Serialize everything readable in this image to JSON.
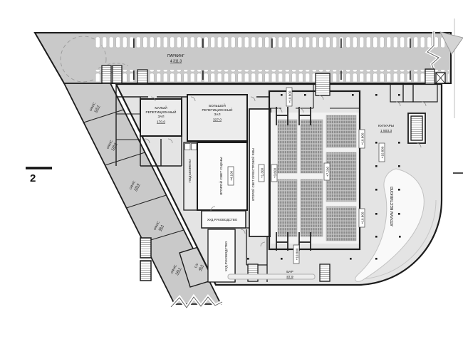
{
  "plan": {
    "marker": "2",
    "parking": {
      "name": "ПАРКИНГ",
      "area": "4 311.3"
    },
    "offices": [
      {
        "name": "ОФИС",
        "area": "116.2"
      },
      {
        "name": "ОФИС",
        "area": "128.8"
      },
      {
        "name": "ОФИС",
        "area": "126.8"
      },
      {
        "name": "ОФИС",
        "area": "88.4"
      },
      {
        "name": "ОФИС",
        "area": "140.1"
      },
      {
        "name": "С/У",
        "area": "46.6"
      }
    ],
    "rooms": {
      "small_hall": {
        "l1": "МАЛЫЙ",
        "l2": "РЕПЕТИЦИОННЫЙ",
        "l3": "ЗАЛ",
        "area": "170.0"
      },
      "big_hall": {
        "l1": "БОЛЬШОЙ",
        "l2": "РЕПЕТИЦИОННЫЙ",
        "l3": "ЗАЛ",
        "area": "327.0"
      },
      "hoists": "ПОДЪЕМНИКИ",
      "stage_void": "ВТОРОЙ СВЕТ СЦЕНЫ",
      "pit_void": "ВТОРОЙ СВЕТ ОРКЕСТРОВОЙ ЯМЫ",
      "foyer": {
        "name": "КУЛУАРЫ",
        "area": "1 503.3"
      },
      "atrium": "АТРИУМ ВЕСТИБЮЛЯ",
      "admin_top": "ХУД.РУКОВОДСТВО",
      "admin_side": "ХУД.РУКОВОДСТВО",
      "bar": {
        "name": "БАР",
        "area": "87.9"
      }
    },
    "levels": {
      "v1300": "+1.300",
      "v3600": "+3.600",
      "v4100": "+4.100",
      "v7200": "+7.200",
      "v10800": "+10.800"
    },
    "colors": {
      "band": "#c9c9c9",
      "plate": "#e4e4e4",
      "wall": "#1c1c1c",
      "seat": "#8a8a8a",
      "void": "#f9f9f9"
    }
  }
}
